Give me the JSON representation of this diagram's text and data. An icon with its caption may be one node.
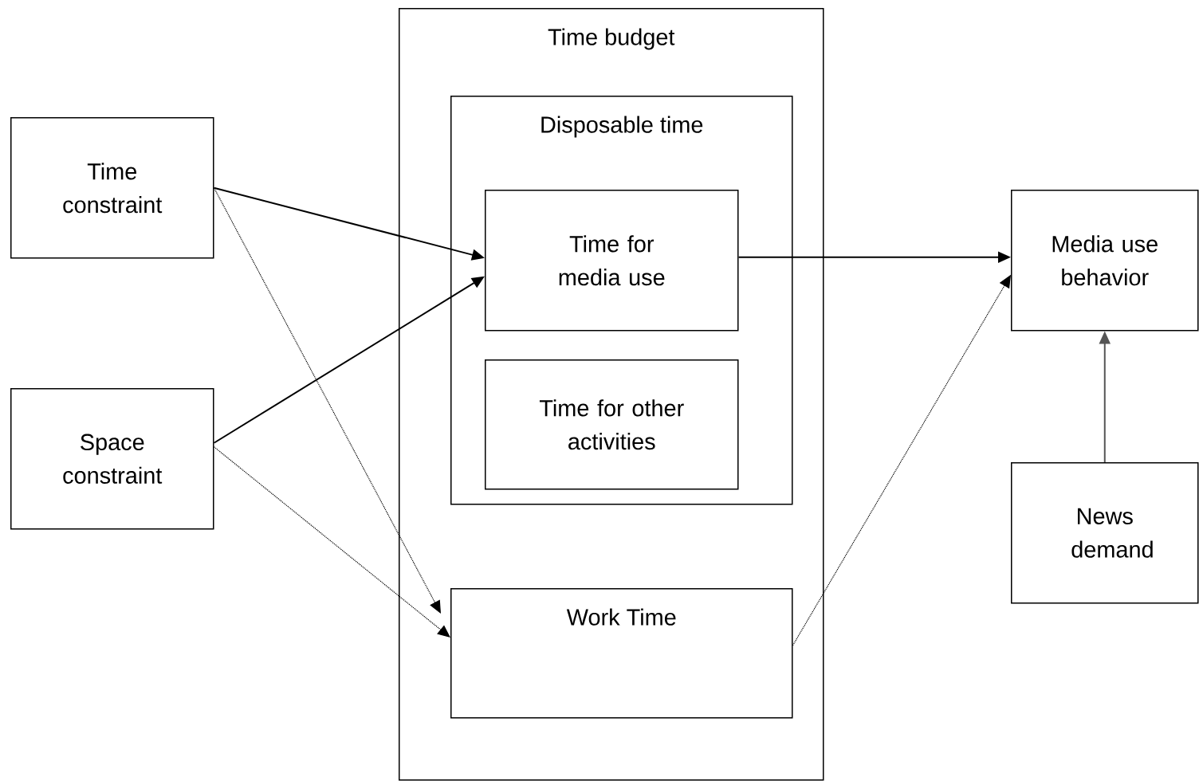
{
  "diagram": {
    "nodes": [
      {
        "text": [
          "Time constraint"
        ]
      },
      {
        "text": [
          "Space constraint"
        ]
      },
      {
        "text": [
          "Time budget"
        ]
      },
      {
        "text": [
          "Disposable time"
        ],
        "in": 2
      },
      {
        "text": [
          "Time for media use"
        ],
        "in": 3
      },
      {
        "text": [
          "Time for other activities"
        ],
        "in": 3
      },
      {
        "text": [
          "Work Time"
        ],
        "in": 2
      },
      {
        "text": [
          "Media use behavior"
        ]
      },
      {
        "text": [
          "News demand"
        ]
      }
    ],
    "edges": [
      {
        "from": 0,
        "to": 4,
        "arrow": "to"
      },
      {
        "from": 1,
        "to": 4,
        "arrow": "to"
      },
      {
        "from": 0,
        "to": 6,
        "arrow": "to",
        "style": "dashed"
      },
      {
        "from": 1,
        "to": 6,
        "arrow": "to",
        "style": "dashed"
      },
      {
        "from": 4,
        "to": 7,
        "arrow": "to"
      },
      {
        "from": 6,
        "to": 7,
        "arrow": "to",
        "style": "dashed"
      },
      {
        "from": 8,
        "to": 7,
        "arrow": "to",
        "color": "#555555"
      }
    ]
  }
}
